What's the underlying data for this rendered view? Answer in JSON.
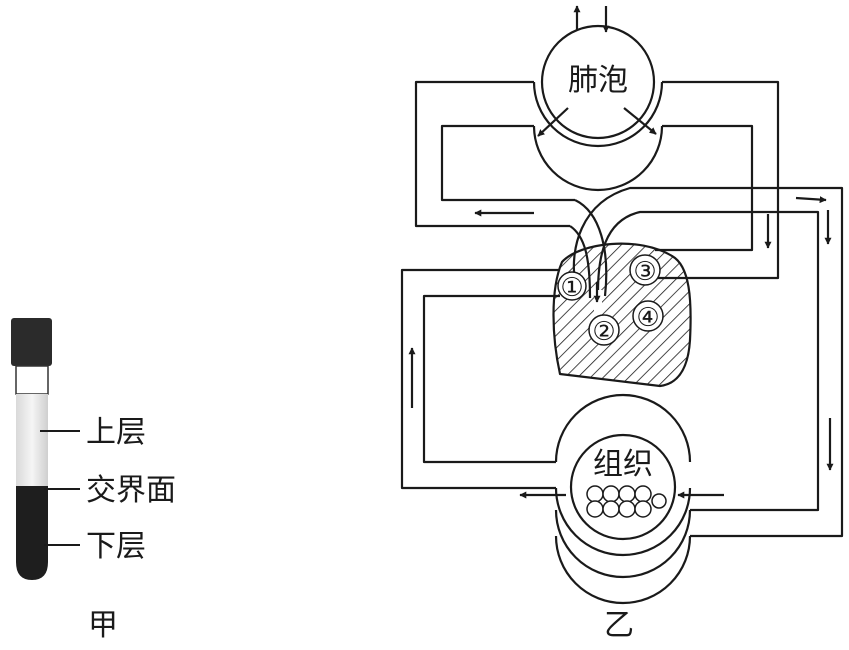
{
  "figure_jia": {
    "caption": "甲",
    "labels": {
      "upper": "上层",
      "interface": "交界面",
      "lower": "下层"
    }
  },
  "figure_yi": {
    "caption": "乙",
    "alveolus_label": "肺泡",
    "tissue_label": "组织",
    "chambers": [
      "①",
      "②",
      "③",
      "④"
    ]
  }
}
